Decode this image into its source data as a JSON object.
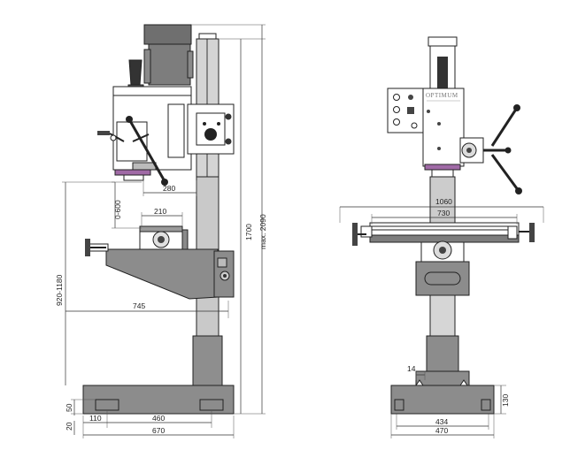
{
  "side_view": {
    "dims": {
      "d280": "280",
      "d0_600": "0-600",
      "d210": "210",
      "d920_1180": "920-1180",
      "d745": "745",
      "d1700": "1700",
      "dmax2090": "max. 2090",
      "d50": "50",
      "d20": "20",
      "d110": "110",
      "d460": "460",
      "d670": "670"
    }
  },
  "front_view": {
    "logo": "OPTIMUM",
    "dims": {
      "d1060": "1060",
      "d730": "730",
      "d14": "14",
      "d130": "130",
      "d434": "434",
      "d470": "470"
    }
  },
  "colors": {
    "body_gray": "#8c8c8c",
    "column_gray": "#d2d2d2",
    "motor_gray": "#7a7a7a",
    "accent_purple": "#a06aa6",
    "line": "#222222"
  }
}
